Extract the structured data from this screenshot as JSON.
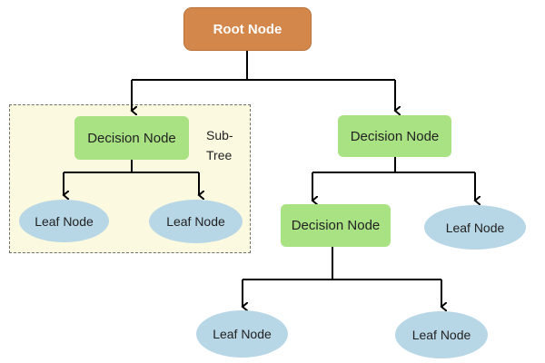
{
  "diagram": {
    "root": {
      "label": "Root Node"
    },
    "subtree_label": "Sub-\nTree",
    "left_decision": {
      "label": "Decision Node"
    },
    "left_leaves": [
      "Leaf Node",
      "Leaf Node"
    ],
    "right_decision": {
      "label": "Decision Node"
    },
    "right_child_decision": {
      "label": "Decision Node"
    },
    "right_leaf": {
      "label": "Leaf Node"
    },
    "bottom_leaves": [
      "Leaf Node",
      "Leaf Node"
    ]
  },
  "colors": {
    "root_fill": "#d4874b",
    "decision_fill": "#a9e283",
    "leaf_fill": "#b7d6e6",
    "subtree_fill": "#fbf9df"
  }
}
